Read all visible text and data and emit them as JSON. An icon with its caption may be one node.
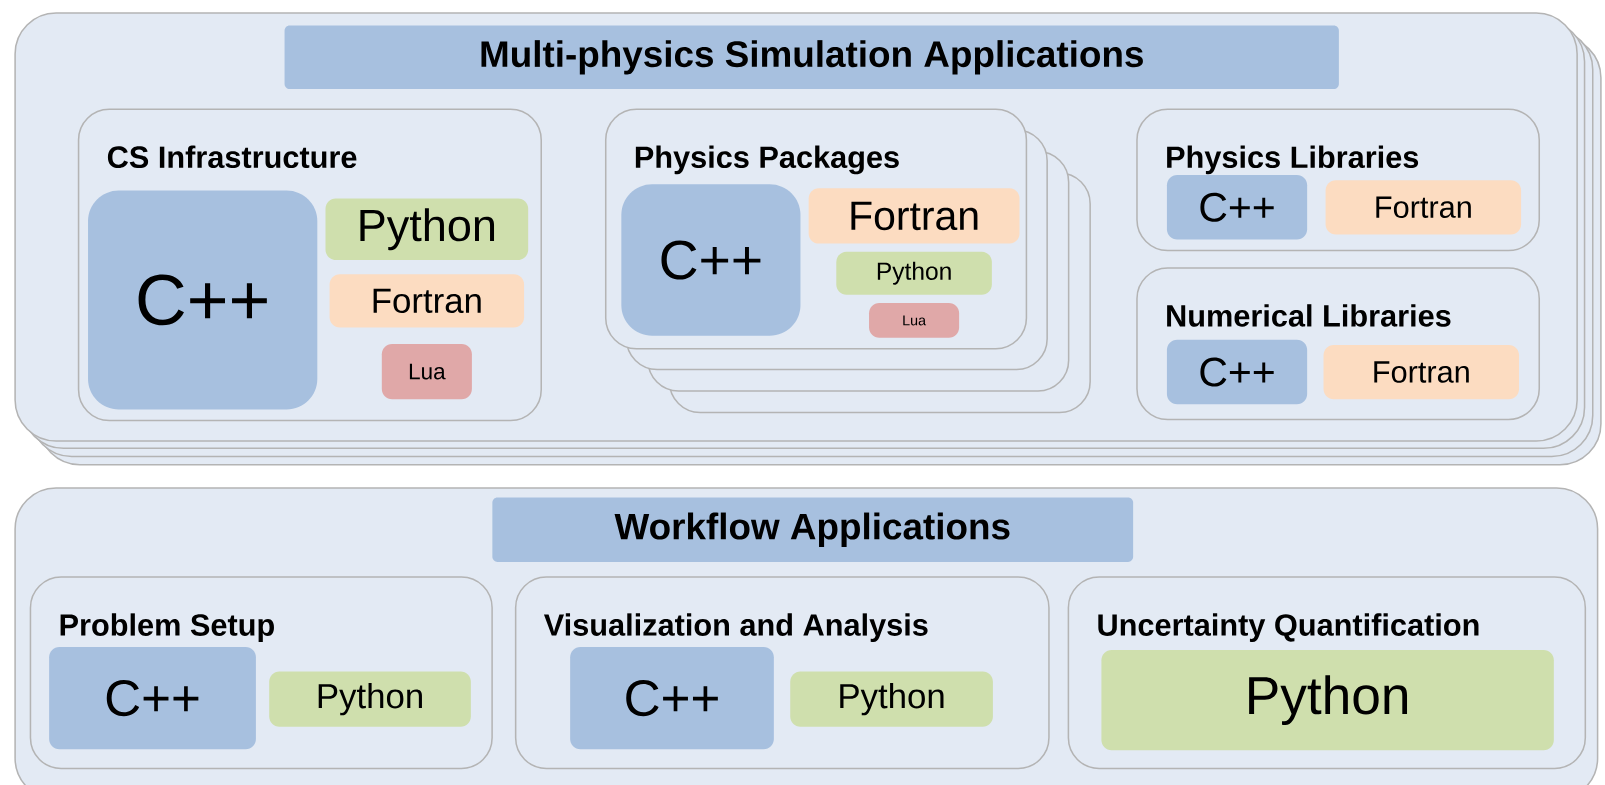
{
  "diagram": {
    "nodes": [
      {
        "text": [
          "Multi-physics Simulation Applications"
        ]
      },
      {
        "text": [
          "CS Infrastructure"
        ],
        "in": 0
      },
      {
        "text": [
          "C++"
        ],
        "in": 1
      },
      {
        "text": [
          "Python"
        ],
        "in": 1
      },
      {
        "text": [
          "Fortran"
        ],
        "in": 1
      },
      {
        "text": [
          "Lua"
        ],
        "in": 1
      },
      {
        "text": [
          "Physics Packages"
        ],
        "in": 0
      },
      {
        "text": [
          "C++"
        ],
        "in": 6
      },
      {
        "text": [
          "Fortran"
        ],
        "in": 6
      },
      {
        "text": [
          "Python"
        ],
        "in": 6
      },
      {
        "text": [
          "Lua"
        ],
        "in": 6
      },
      {
        "text": [
          "Physics Libraries"
        ],
        "in": 0
      },
      {
        "text": [
          "C++"
        ],
        "in": 11
      },
      {
        "text": [
          "Fortran"
        ],
        "in": 11
      },
      {
        "text": [
          "Numerical Libraries"
        ],
        "in": 0
      },
      {
        "text": [
          "C++"
        ],
        "in": 14
      },
      {
        "text": [
          "Fortran"
        ],
        "in": 14
      },
      {
        "text": [
          "Workflow Applications"
        ]
      },
      {
        "text": [
          "Problem Setup"
        ],
        "in": 17
      },
      {
        "text": [
          "C++"
        ],
        "in": 18
      },
      {
        "text": [
          "Python"
        ],
        "in": 18
      },
      {
        "text": [
          "Visualization and Analysis"
        ],
        "in": 17
      },
      {
        "text": [
          "C++"
        ],
        "in": 21
      },
      {
        "text": [
          "Python"
        ],
        "in": 21
      },
      {
        "text": [
          "Uncertainty Quantification"
        ],
        "in": 17
      },
      {
        "text": [
          "Python"
        ],
        "in": 24
      }
    ]
  }
}
